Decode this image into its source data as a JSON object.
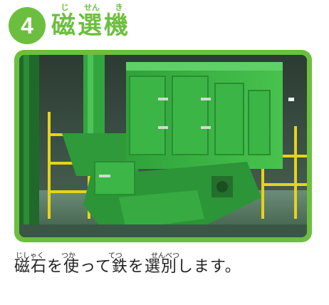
{
  "header": {
    "step_number": "4",
    "title": "磁選機",
    "title_ruby": [
      "じ",
      "せん",
      "き"
    ]
  },
  "photo": {
    "description_icon": "magnetic-separator-machine-photo",
    "accent_color": "#6cbf3e"
  },
  "caption": {
    "text": "磁石を使って鉄を選別します。",
    "ruby": {
      "magnet": "じしゃく",
      "use": "つか",
      "iron": "てつ",
      "sort": "せんべつ"
    }
  }
}
